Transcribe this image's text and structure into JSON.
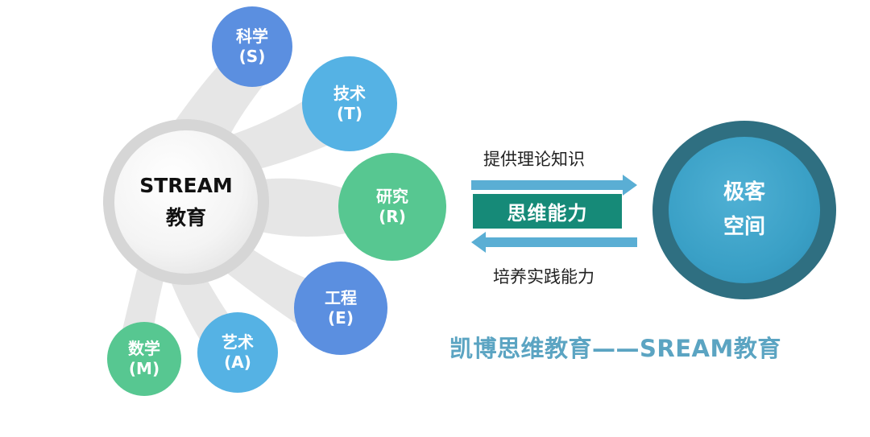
{
  "hub": {
    "line1": "STREAM",
    "line2": "教育"
  },
  "branches": [
    {
      "name": "科学",
      "code": "(S)",
      "color": "#5b8fe0"
    },
    {
      "name": "技术",
      "code": "(T)",
      "color": "#55b2e4"
    },
    {
      "name": "研究",
      "code": "(R)",
      "color": "#57c791"
    },
    {
      "name": "工程",
      "code": "(E)",
      "color": "#5b8fe0"
    },
    {
      "name": "艺术",
      "code": "(A)",
      "color": "#55b2e4"
    },
    {
      "name": "数学",
      "code": "(M)",
      "color": "#57c791"
    }
  ],
  "flow": {
    "top_label": "提供理论知识",
    "center_label": "思维能力",
    "bottom_label": "培养实践能力"
  },
  "maker_space": {
    "line1": "极客",
    "line2": "空间"
  },
  "tagline": "凯博思维教育——SREAM教育",
  "colors": {
    "arrow": "#5aaed4",
    "connector": "#e6e6e6",
    "center_box": "#168a78",
    "tagline": "#5ba4c2"
  }
}
